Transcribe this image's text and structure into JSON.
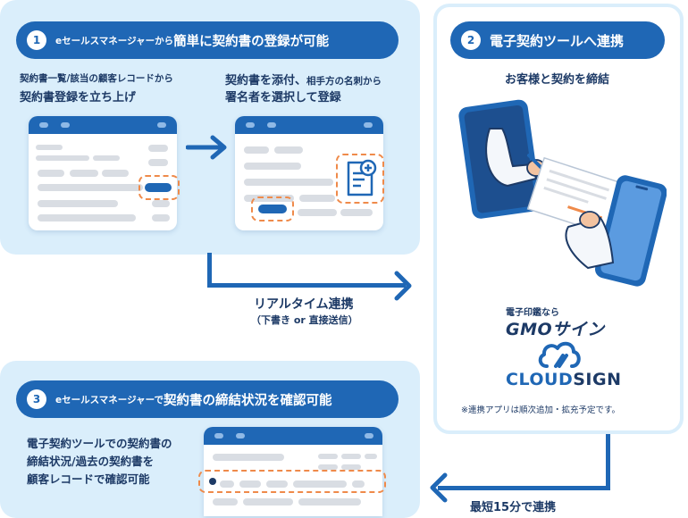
{
  "step1": {
    "number": "1",
    "title_small": "eセールスマネージャーから",
    "title_big": "簡単に契約書の登録が可能",
    "left_line1": "契約書一覧/該当の顧客レコードから",
    "left_line2": "契約書登録を立ち上げ",
    "right_line1_big": "契約書を添付、",
    "right_line1_small": "相手方の名刺から",
    "right_line2": "署名者を選択して登録"
  },
  "step2": {
    "number": "2",
    "title": "電子契約ツールへ連携",
    "subtitle": "お客様と契約を締結",
    "gmo_prefix": "電子印鑑なら",
    "gmo_logo": "GMOサイン",
    "cloudsign_logo_a": "CLOUD",
    "cloudsign_logo_b": "SIGN",
    "note": "※連携アプリは順次追加・拡充予定です。"
  },
  "realtime": {
    "label": "リアルタイム連携",
    "sub": "（下書き or 直接送信）"
  },
  "step3": {
    "number": "3",
    "title_small": "eセールスマネージャーで",
    "title_big": "契約書の締結状況を確認可能",
    "desc_line1": "電子契約ツールでの契約書の",
    "desc_line2": "締結状況/過去の契約書を",
    "desc_line3": "顧客レコードで確認可能"
  },
  "bottom_flow": {
    "label": "最短15分で連携"
  },
  "colors": {
    "primary": "#1f67b5",
    "panel": "#daeefb",
    "highlight": "#ef8a4a",
    "text": "#1d3a66"
  }
}
